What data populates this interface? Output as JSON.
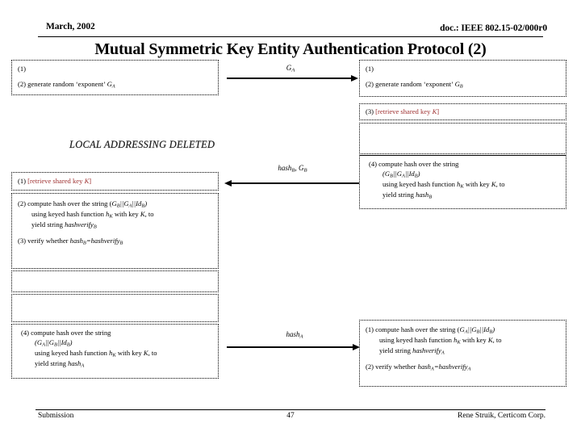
{
  "header": {
    "date": "March, 2002",
    "doc_ref": "doc.: IEEE 802.15-02/000r0"
  },
  "title": "Mutual Symmetric Key Entity Authentication Protocol (2)",
  "note": {
    "local_addressing": "LOCAL ADDRESSING DELETED"
  },
  "colors": {
    "red_highlight": "#9e3030",
    "text": "#000000",
    "background": "#ffffff"
  },
  "boxes": {
    "a1": {
      "name": "party-a-step-1-2",
      "line1": "(1)",
      "line2_prefix": "(2) generate random ‘exponent’ ",
      "line2_math": "G",
      "line2_sub": "A"
    },
    "b1": {
      "name": "party-b-step-1-2",
      "line1": "(1)",
      "line2_prefix": "(2) generate random ‘exponent’ ",
      "line2_math": "G",
      "line2_sub": "B"
    },
    "b2": {
      "name": "party-b-step-3-retrieve-key",
      "prefix": "(3) ",
      "red_open": "[retrieve shared key ",
      "red_math": "K",
      "red_close": "]"
    },
    "b3": {
      "name": "party-b-empty-box"
    },
    "b4": {
      "name": "party-b-step-4-compute-hash",
      "l1": "(4) compute hash over the string",
      "l2_open": "(",
      "l2_g1": "G",
      "l2_g1s": "B",
      "l2_sep1": "||",
      "l2_g2": "G",
      "l2_g2s": "A",
      "l2_sep2": "||",
      "l2_id": "Id",
      "l2_ids": "B",
      "l2_close": ")",
      "l3_a": "using keyed hash function ",
      "l3_h": "h",
      "l3_hs": "K",
      "l3_b": " with key ",
      "l3_k": "K",
      "l3_c": ", to",
      "l4_a": "yield string ",
      "l4_hash": "hash",
      "l4_hs": "B"
    },
    "a2": {
      "name": "party-a-step-1-retrieve-key",
      "prefix": "(1) ",
      "red_open": "[retrieve shared key ",
      "red_math": "K",
      "red_close": "]"
    },
    "a3": {
      "name": "party-a-step-2-3-verify",
      "l1_a": "(2) compute hash over the string  (",
      "l1_g1": "G",
      "l1_g1s": "B",
      "l1_sep1": "||",
      "l1_g2": "G",
      "l1_g2s": "A",
      "l1_sep2": "||",
      "l1_id": "Id",
      "l1_ids": "B",
      "l1_close": ")",
      "l2_a": "using keyed hash function ",
      "l2_h": "h",
      "l2_hs": "K",
      "l2_b": " with key ",
      "l2_k": "K",
      "l2_c": ", to",
      "l3_a": "yield  string ",
      "l3_hv": "hashverify",
      "l3_hvs": "B",
      "l4_a": "(3) verify whether ",
      "l4_hash": "hash",
      "l4_hs": "B",
      "l4_eq": "=",
      "l4_hv": "hashverify",
      "l4_hvs": "B"
    },
    "a4": {
      "name": "party-a-empty-box-1"
    },
    "a5": {
      "name": "party-a-empty-box-2"
    },
    "a6": {
      "name": "party-a-step-4-compute-hash",
      "l1": "(4) compute hash over the string",
      "l2_open": "(",
      "l2_g1": "G",
      "l2_g1s": "A",
      "l2_sep1": "||",
      "l2_g2": "G",
      "l2_g2s": "B",
      "l2_sep2": "||",
      "l2_id": "Id",
      "l2_ids": "B",
      "l2_close": ")",
      "l3_a": "using keyed hash function ",
      "l3_h": "h",
      "l3_hs": "K",
      "l3_b": " with key ",
      "l3_k": "K",
      "l3_c": ", to",
      "l4_a": "yield string ",
      "l4_hash": "hash",
      "l4_hs": "A"
    },
    "b5": {
      "name": "party-b-step-1-2-verify",
      "l1_a": "(1) compute hash over the string  (",
      "l1_g1": "G",
      "l1_g1s": "A",
      "l1_sep1": "||",
      "l1_g2": "G",
      "l1_g2s": "B",
      "l1_sep2": "||",
      "l1_id": "Id",
      "l1_ids": "B",
      "l1_close": ")",
      "l2_a": "using keyed hash function ",
      "l2_h": "h",
      "l2_hs": "K",
      "l2_b": " with key ",
      "l2_k": "K",
      "l2_c": ", to",
      "l3_a": "yield  string ",
      "l3_hv": "hashverify",
      "l3_hvs": "A",
      "l4_a": "(2) verify whether ",
      "l4_hash": "hash",
      "l4_hs": "A",
      "l4_eq": "=",
      "l4_hv": "hashverify",
      "l4_hvs": "A"
    }
  },
  "arrows": {
    "msg1": {
      "name": "message-1-ga",
      "label_math": "G",
      "label_sub": "A",
      "direction": "right"
    },
    "msg2": {
      "name": "message-2-hashb-gb",
      "label_math": "hash",
      "label_sub": "B",
      "label_sep": ", ",
      "label_math2": "G",
      "label_sub2": "B",
      "direction": "left"
    },
    "msg3": {
      "name": "message-3-hasha",
      "label_math": "hash",
      "label_sub": "A",
      "direction": "right"
    }
  },
  "footer": {
    "left": "Submission",
    "page": "47",
    "right": "Rene Struik, Certicom Corp."
  }
}
